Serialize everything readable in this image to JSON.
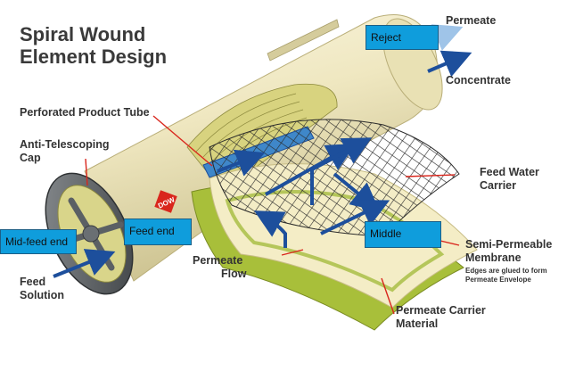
{
  "title": {
    "line1": "Spiral Wound",
    "line2": "Element Design"
  },
  "labels": {
    "permeate_out": "Permeate",
    "concentrate": "Concentrate",
    "perforated_tube": "Perforated Product Tube",
    "anti_telescoping_1": "Anti-Telescoping",
    "anti_telescoping_2": "Cap",
    "feed_water_carrier_1": "Feed Water",
    "feed_water_carrier_2": "Carrier",
    "membrane_1": "Semi-Permeable",
    "membrane_2": "Membrane",
    "membrane_note_1": "Edges are glued to form",
    "membrane_note_2": "Permeate Envelope",
    "permeate_flow_1": "Permeate",
    "permeate_flow_2": "Flow",
    "feed_solution_1": "Feed",
    "feed_solution_2": "Solution",
    "carrier_material_1": "Permeate Carrier",
    "carrier_material_2": "Material",
    "brand": "DOW"
  },
  "callouts": {
    "reject": "Reject",
    "feed_end": "Feed end",
    "mid_feed_end": "Mid-feed end",
    "middle": "Middle"
  },
  "colors": {
    "tube_body": "#efe7c0",
    "tube_shadow": "#c9bf8c",
    "membrane": "#f4edc6",
    "carrier": "#a8bf3a",
    "arrow": "#1d4f9c",
    "callout": "#0f9ddc",
    "brand_red": "#d9261c"
  }
}
